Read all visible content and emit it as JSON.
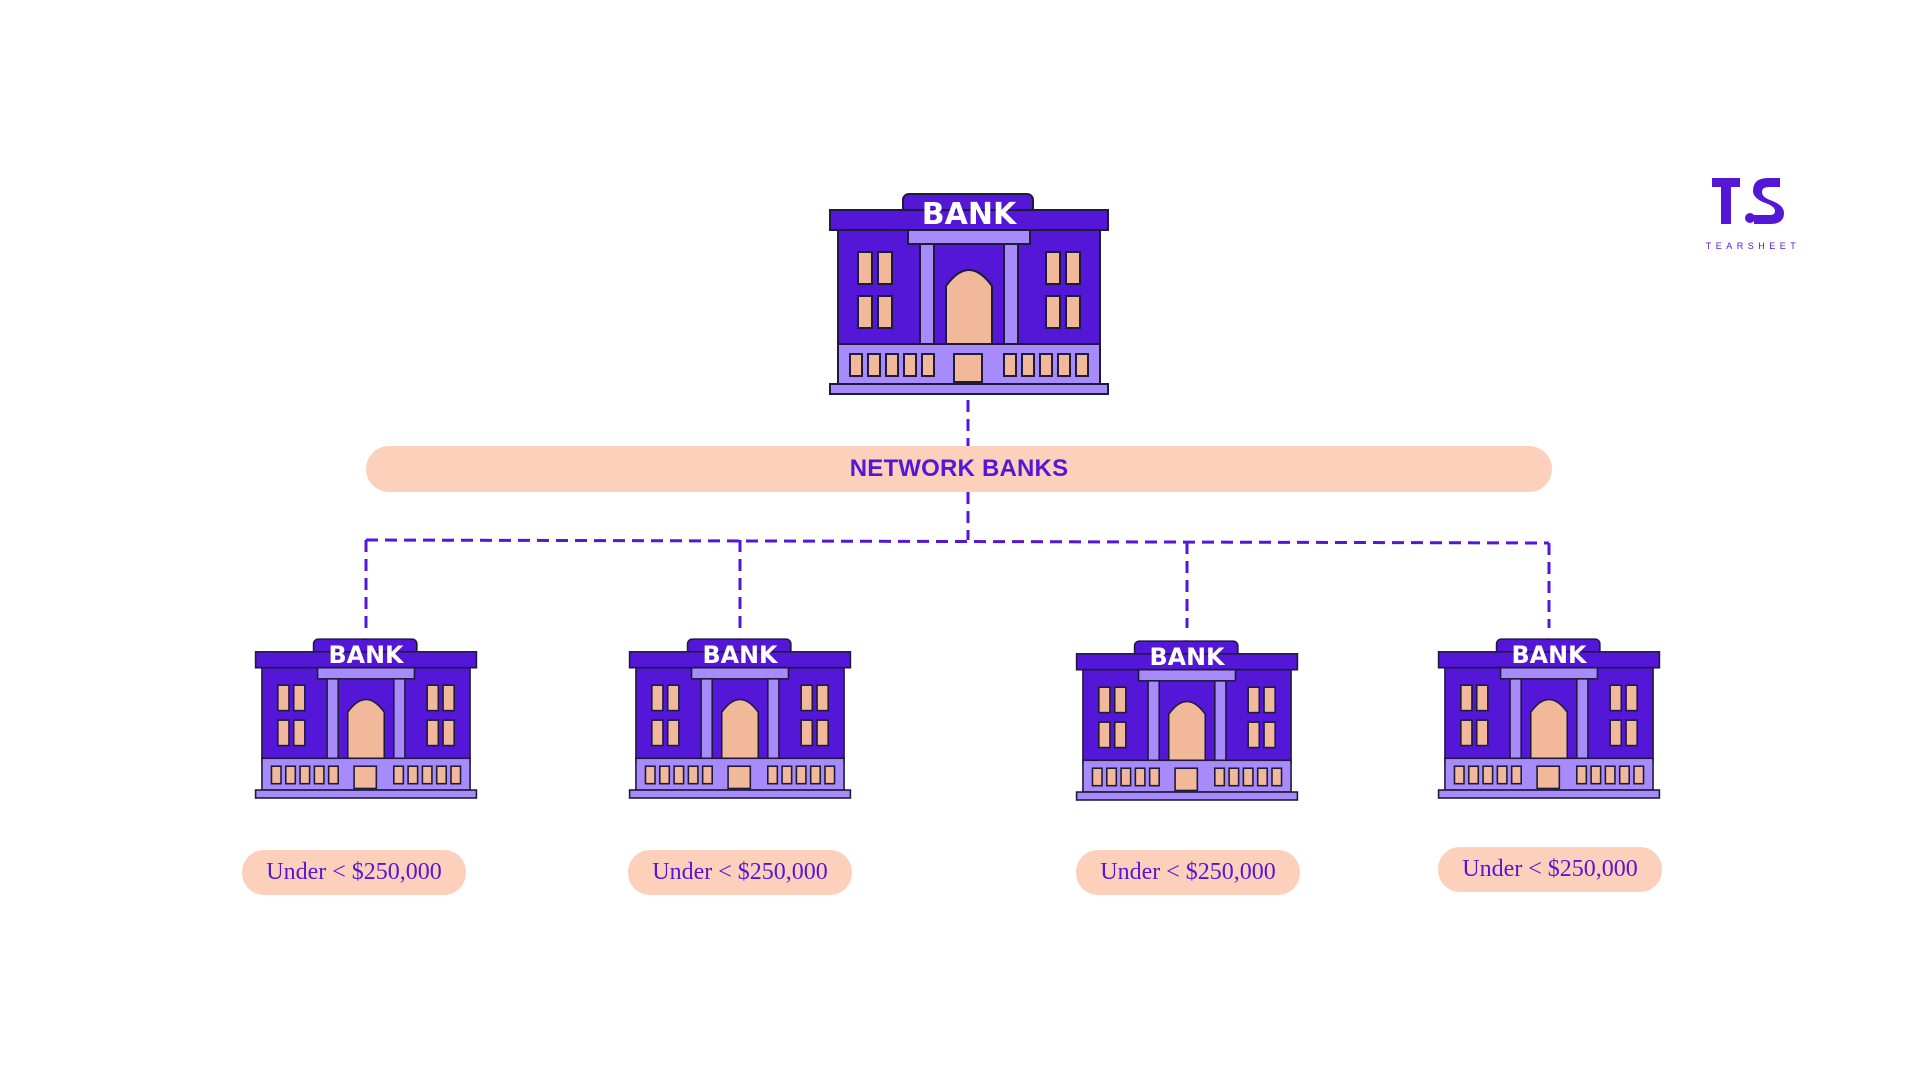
{
  "colors": {
    "purple": "#5417d7",
    "lavender": "#a78bfa",
    "peach": "#fdd0bb",
    "peach_dark": "#f2b89a",
    "outline": "#1e1b3a"
  },
  "top_bank": {
    "sign": "BANK",
    "icon": "bank-building-icon"
  },
  "network": {
    "label": "NETWORK BANKS"
  },
  "member_banks": [
    {
      "sign": "BANK",
      "limit": "Under < $250,000"
    },
    {
      "sign": "BANK",
      "limit": "Under < $250,000"
    },
    {
      "sign": "BANK",
      "limit": "Under < $250,000"
    },
    {
      "sign": "BANK",
      "limit": "Under < $250,000"
    }
  ],
  "logo": {
    "mark": "TS",
    "wordmark": "TEARSHEET"
  }
}
